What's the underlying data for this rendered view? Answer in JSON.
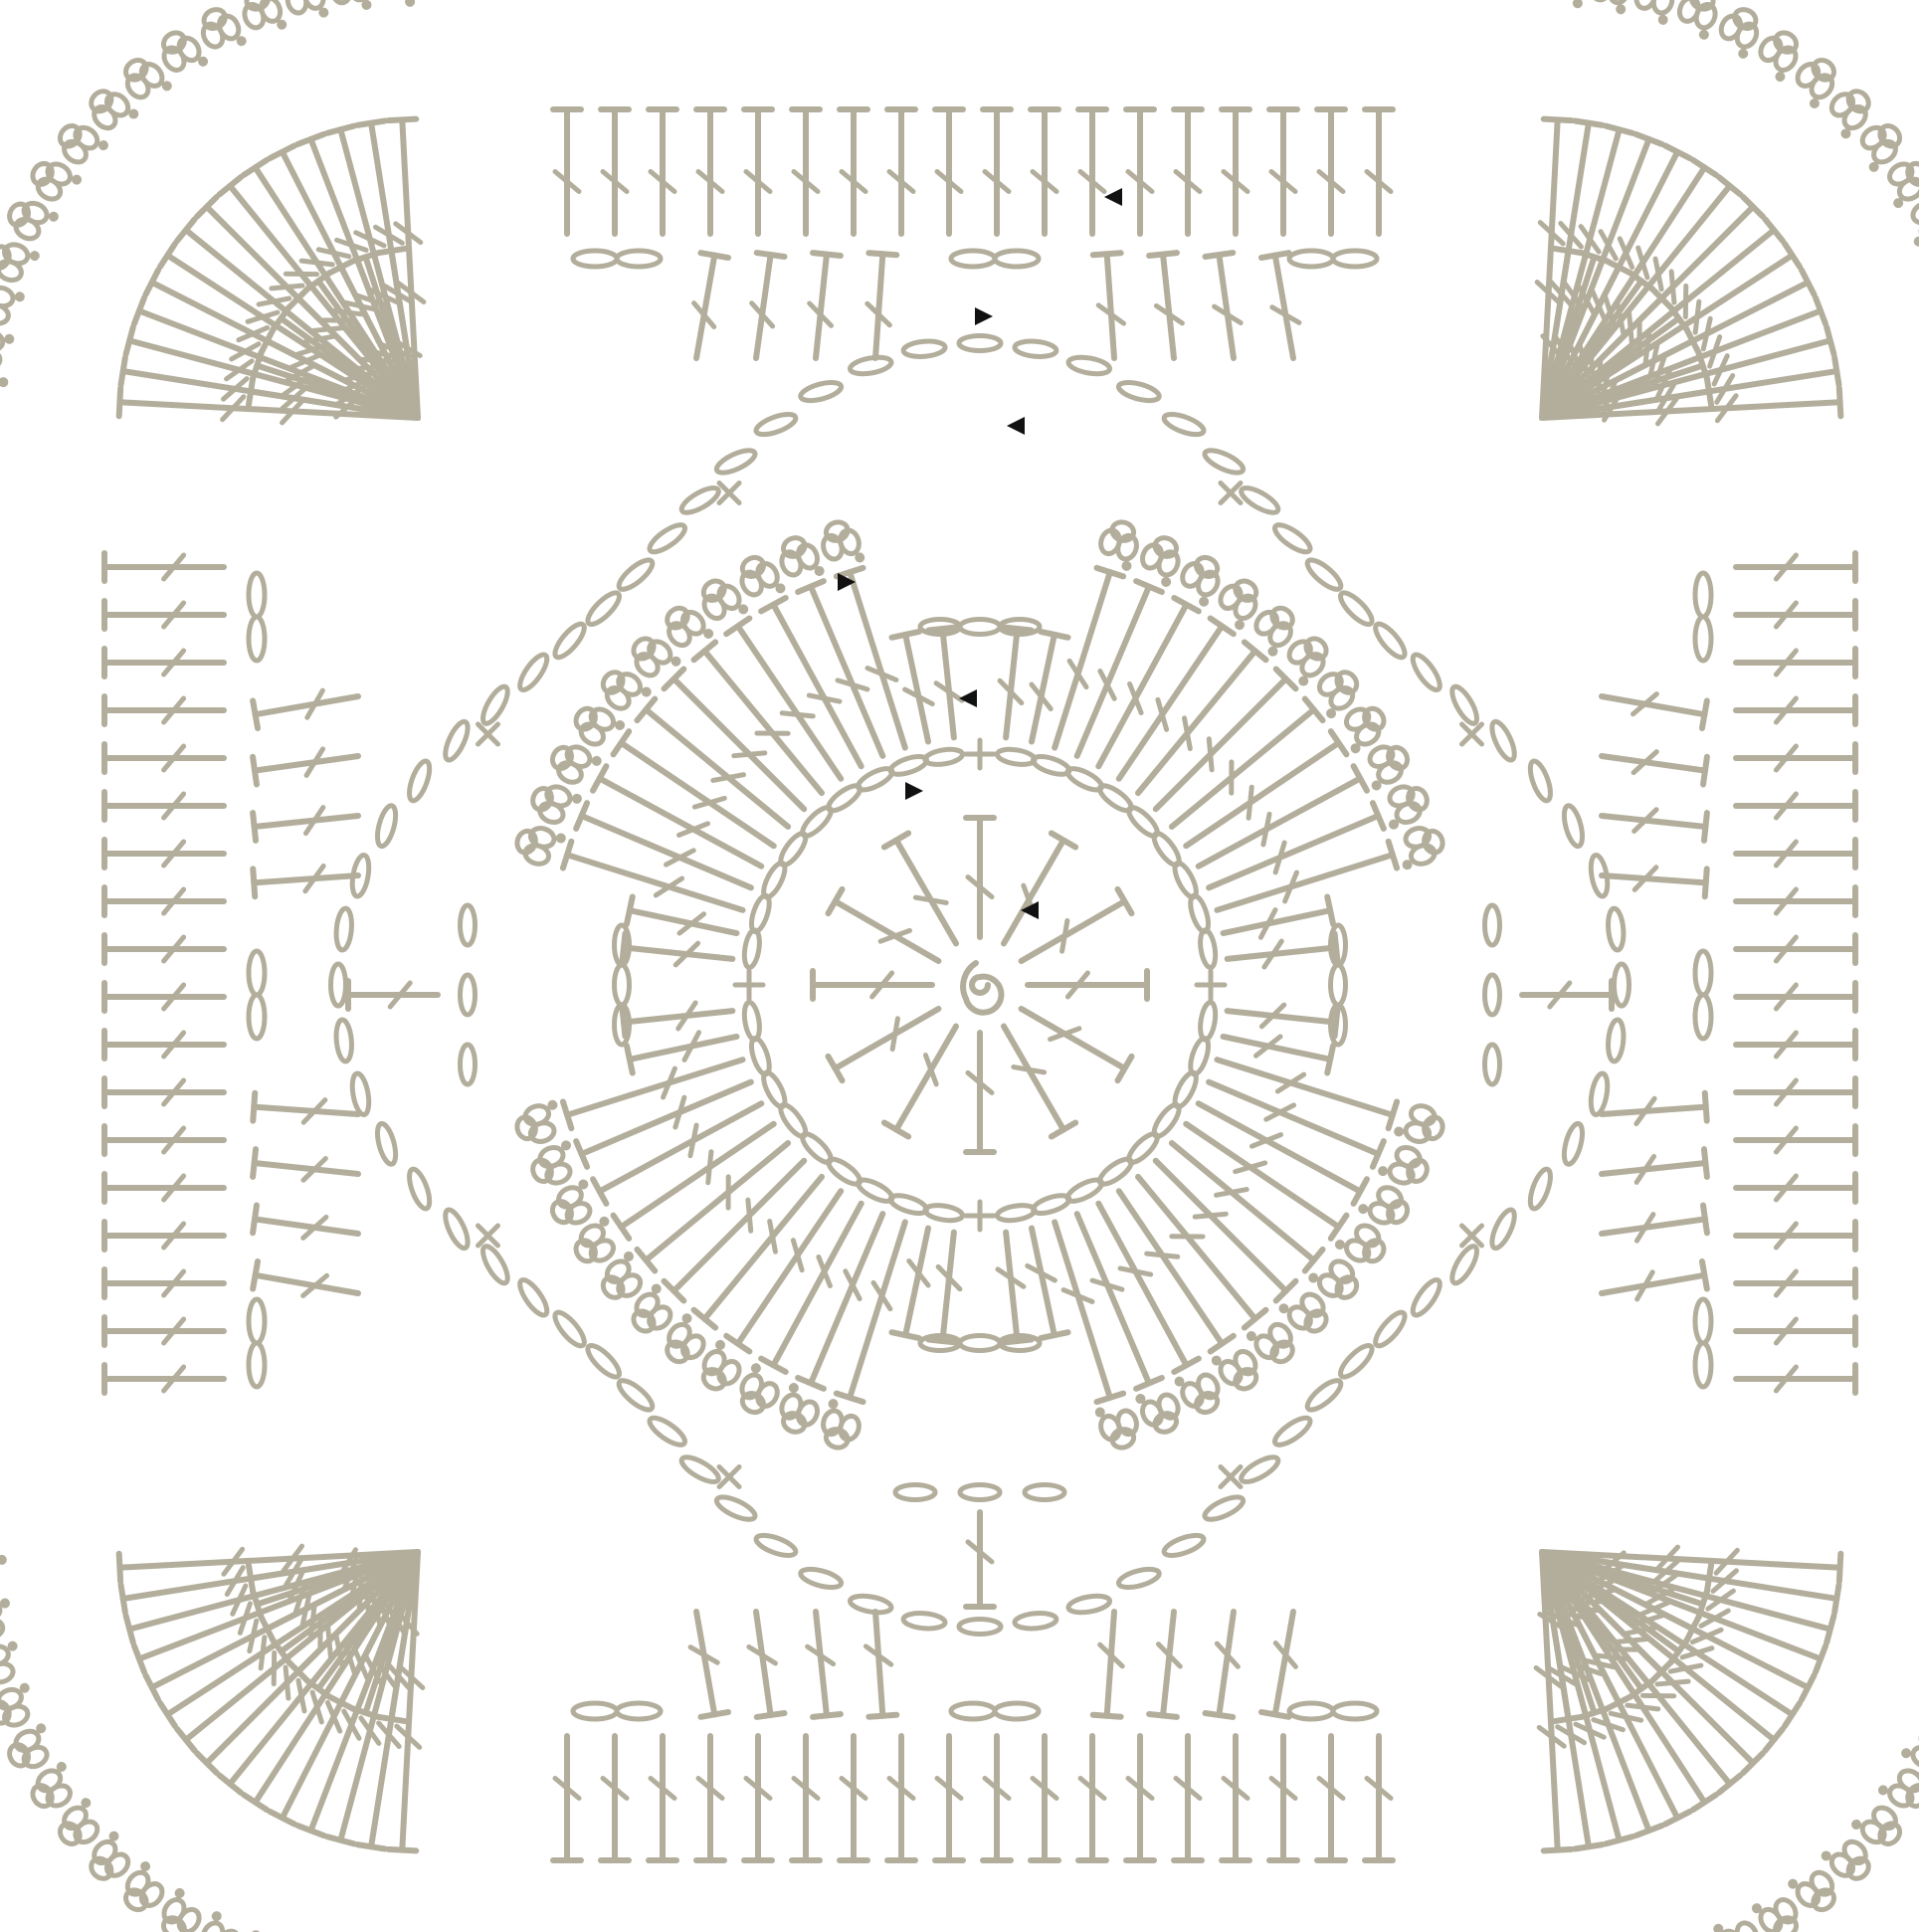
{
  "diagram": {
    "type": "crochet-granny-square-chart",
    "colors": {
      "background": "#ffffff",
      "stitch": "#b3ae9c",
      "marker": "#111111"
    },
    "symbols": [
      "magic-ring",
      "chain",
      "slip-stitch",
      "single-crochet",
      "double-crochet",
      "treble-crochet",
      "picot",
      "round-start-arrow"
    ],
    "round_count": 6
  }
}
